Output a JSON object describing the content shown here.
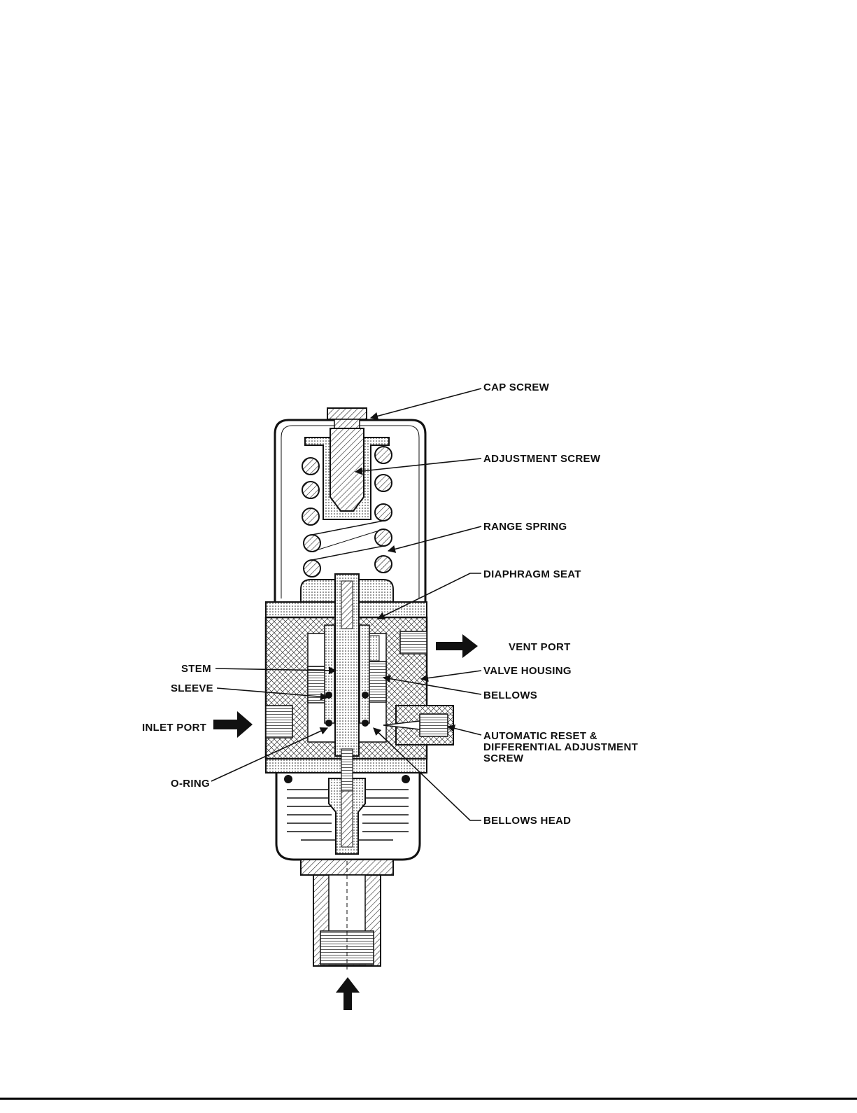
{
  "labels": {
    "cap_screw": "CAP SCREW",
    "adjustment_screw": "ADJUSTMENT SCREW",
    "range_spring": "RANGE SPRING",
    "diaphragm_seat": "DIAPHRAGM SEAT",
    "vent_port": "VENT PORT",
    "valve_housing": "VALVE HOUSING",
    "bellows": "BELLOWS",
    "auto_reset_line1": "AUTOMATIC RESET &",
    "auto_reset_line2": "DIFFERENTIAL ADJUSTMENT",
    "auto_reset_line3": "SCREW",
    "bellows_head": "BELLOWS HEAD",
    "stem": "STEM",
    "sleeve": "SLEEVE",
    "inlet_port": "INLET PORT",
    "o_ring": "O-RING"
  }
}
